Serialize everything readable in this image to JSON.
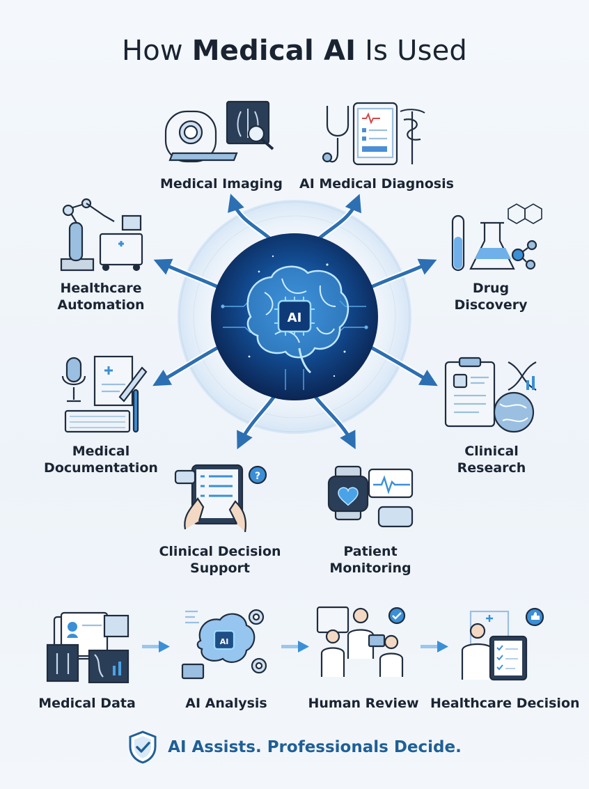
{
  "title": {
    "prefix": "How",
    "bold": "Medical AI",
    "suffix": "Is Used"
  },
  "hub": {
    "label": "AI"
  },
  "applications": [
    {
      "id": "imaging",
      "label": "Medical Imaging",
      "icon": "mri-scanner-xray-icon"
    },
    {
      "id": "diagnosis",
      "label": "AI Medical Diagnosis",
      "icon": "stethoscope-tablet-icon"
    },
    {
      "id": "automation",
      "label": "Healthcare Automation",
      "icon": "robotic-arm-icon"
    },
    {
      "id": "drug",
      "label": "Drug Discovery",
      "icon": "lab-flask-molecule-icon"
    },
    {
      "id": "documentation",
      "label": "Medical Documentation",
      "icon": "microphone-document-icon"
    },
    {
      "id": "research",
      "label": "Clinical Research",
      "icon": "clipboard-dna-globe-icon"
    },
    {
      "id": "decision",
      "label": "Clinical Decision Support",
      "icon": "tablet-hands-icon"
    },
    {
      "id": "monitoring",
      "label": "Patient Monitoring",
      "icon": "smartwatch-ecg-icon"
    }
  ],
  "workflow": [
    {
      "label": "Medical Data",
      "icon": "medical-records-icon"
    },
    {
      "label": "AI Analysis",
      "icon": "ai-brain-gears-icon"
    },
    {
      "label": "Human Review",
      "icon": "doctors-team-icon"
    },
    {
      "label": "Healthcare Decision",
      "icon": "doctor-checklist-icon"
    }
  ],
  "tagline": "AI Assists. Professionals Decide.",
  "colors": {
    "accent": "#1f5f96",
    "arrow": "#2c6fb2",
    "hub_dark": "#0d2a5a",
    "hub_glow": "#7fd0ff",
    "text": "#1b2433"
  }
}
